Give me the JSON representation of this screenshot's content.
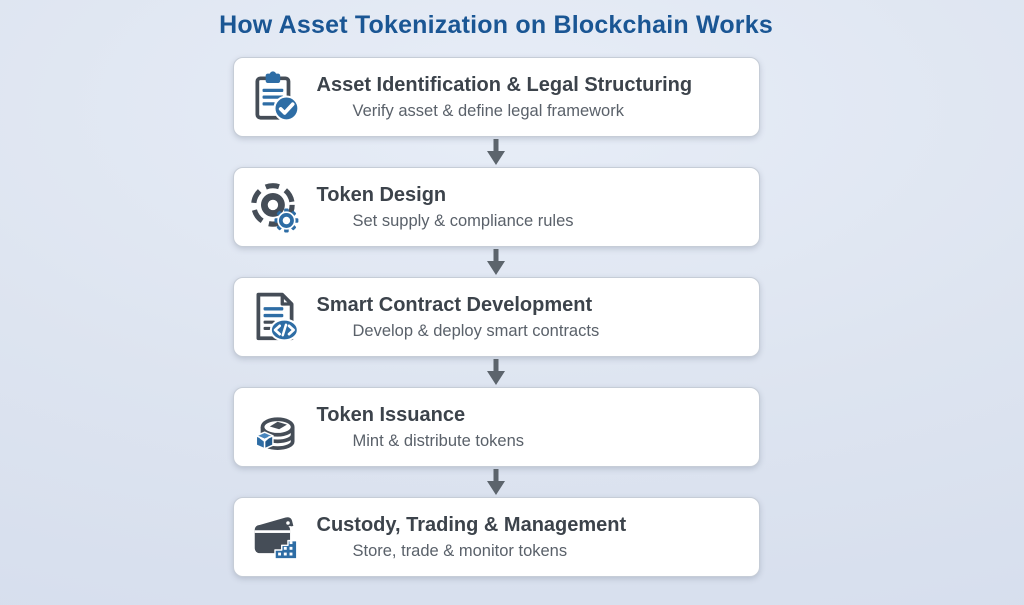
{
  "title": "How Asset Tokenization on Blockchain Works",
  "steps": [
    {
      "title": "Asset Identification & Legal Structuring",
      "subtitle": "Verify asset & define legal framework",
      "icon": "clipboard-check-icon"
    },
    {
      "title": "Token Design",
      "subtitle": "Set supply & compliance rules",
      "icon": "token-gear-icon"
    },
    {
      "title": "Smart Contract Development",
      "subtitle": "Develop & deploy smart contracts",
      "icon": "document-code-icon"
    },
    {
      "title": "Token Issuance",
      "subtitle": "Mint & distribute tokens",
      "icon": "coin-stack-cube-icon"
    },
    {
      "title": "Custody, Trading & Management",
      "subtitle": "Store, trade & monitor tokens",
      "icon": "wallet-buildings-icon"
    }
  ],
  "connector": {
    "type": "arrow-down",
    "count": 4
  },
  "colors": {
    "background": "#dde4f0",
    "title_text": "#1a5694",
    "card_background": "#ffffff",
    "card_border": "#c6cdd7",
    "heading_text": "#3c434b",
    "subtitle_text": "#5a616a",
    "icon_dark": "#454d57",
    "icon_blue": "#2e6da5",
    "arrow": "#5c646c"
  }
}
